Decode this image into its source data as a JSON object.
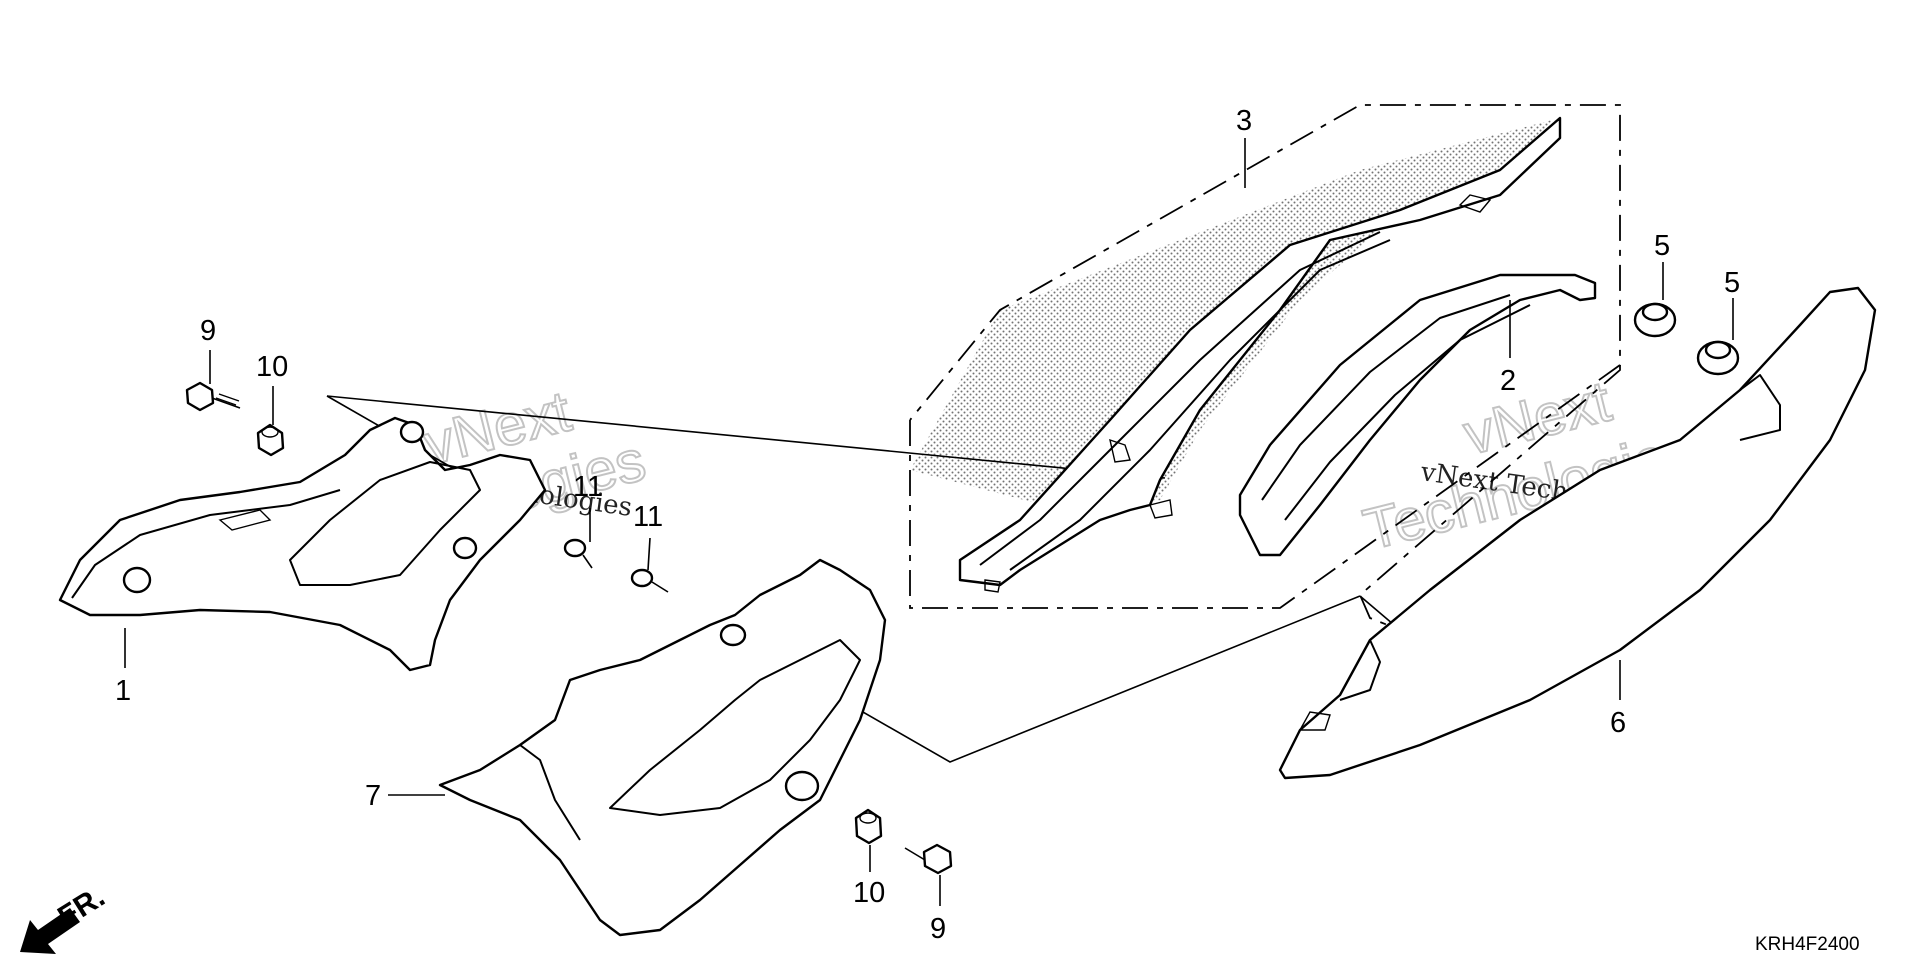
{
  "diagram": {
    "callouts": {
      "c1": "1",
      "c2": "2",
      "c3": "3",
      "c5a": "5",
      "c5b": "5",
      "c6": "6",
      "c7": "7",
      "c9a": "9",
      "c9b": "9",
      "c10a": "10",
      "c10b": "10",
      "c11a": "11",
      "c11b": "11"
    },
    "direction_label": "FR.",
    "drawing_code": "KRH4F2400",
    "watermark": {
      "line1": "vNext",
      "line2": "Technologies",
      "small": "vNext Technologies"
    }
  }
}
